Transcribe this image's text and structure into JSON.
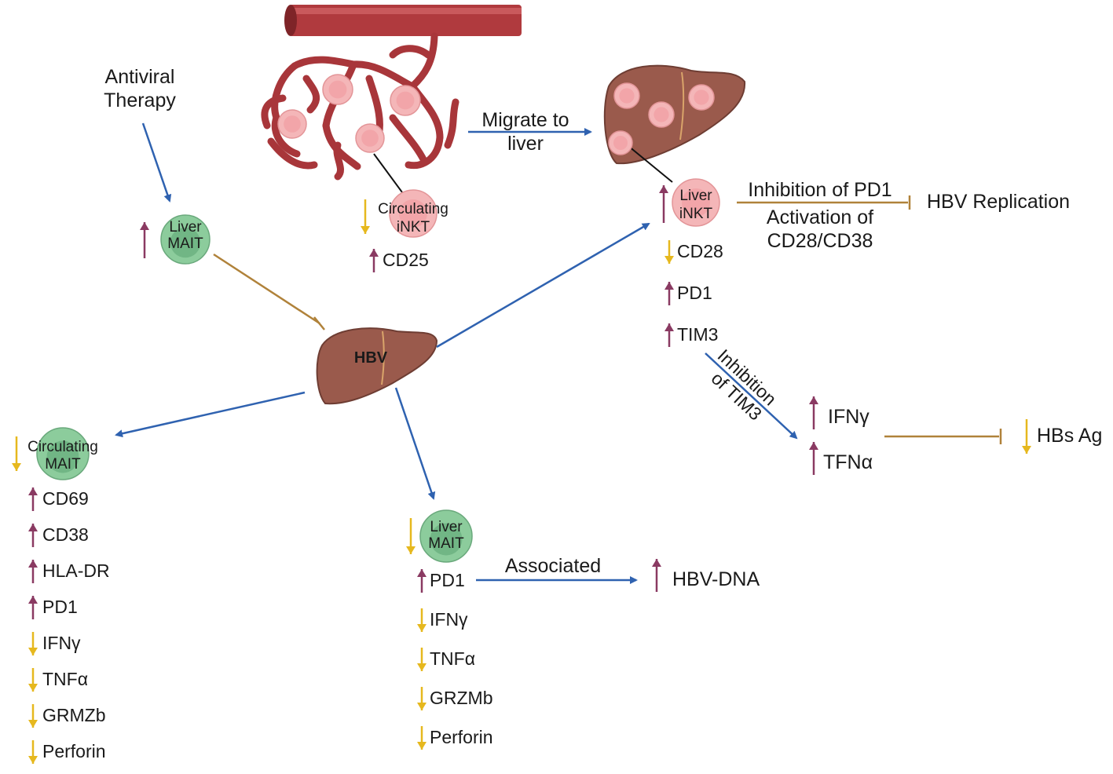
{
  "colors": {
    "up_arrow": "#8a3a62",
    "down_arrow": "#e6b81e",
    "activation_arrow": "#2f62b0",
    "inhibition_line": "#b0823a",
    "liver": "#9a5a4c",
    "vessel": "#b03a3e",
    "mait_cell": "#8ccc9c",
    "inkt_cell": "#f4b6b8"
  },
  "top": {
    "antiviral_line1": "Antiviral",
    "antiviral_line2": "Therapy",
    "migrate_line1": "Migrate to",
    "migrate_line2": "liver"
  },
  "liver_mait_top": {
    "line1": "Liver",
    "line2": "MAIT",
    "trend": "up"
  },
  "circulating_inkt": {
    "line1": "Circulating",
    "line2": "iNKT",
    "trend": "down",
    "markers": [
      {
        "label": "CD25",
        "trend": "up"
      }
    ]
  },
  "liver_inkt": {
    "line1": "Liver",
    "line2": "iNKT",
    "trend": "up",
    "markers": [
      {
        "label": "CD28",
        "trend": "down"
      },
      {
        "label": "PD1",
        "trend": "up"
      },
      {
        "label": "TIM3",
        "trend": "up"
      }
    ]
  },
  "inkt_effect": {
    "line1": "Inhibition of PD1",
    "line2": "Activation of",
    "line3": "CD28/CD38",
    "target": "HBV Replication"
  },
  "tim3_path": {
    "line1": "Inhibition",
    "line2": "of TIM3",
    "cytokines": [
      {
        "label": "IFNγ",
        "trend": "up"
      },
      {
        "label": "TFNα",
        "trend": "up"
      }
    ],
    "target": "HBs Ag",
    "target_trend": "down"
  },
  "hbv_liver": {
    "label": "HBV"
  },
  "circulating_mait": {
    "line1": "Circulating",
    "line2": "MAIT",
    "trend": "down",
    "markers": [
      {
        "label": "CD69",
        "trend": "up"
      },
      {
        "label": "CD38",
        "trend": "up"
      },
      {
        "label": "HLA-DR",
        "trend": "up"
      },
      {
        "label": "PD1",
        "trend": "up"
      },
      {
        "label": "IFNγ",
        "trend": "down"
      },
      {
        "label": "TNFα",
        "trend": "down"
      },
      {
        "label": "GRMZb",
        "trend": "down"
      },
      {
        "label": "Perforin",
        "trend": "down"
      }
    ]
  },
  "liver_mait_bottom": {
    "line1": "Liver",
    "line2": "MAIT",
    "trend": "down",
    "markers": [
      {
        "label": "PD1",
        "trend": "up"
      },
      {
        "label": "IFNγ",
        "trend": "down"
      },
      {
        "label": "TNFα",
        "trend": "down"
      },
      {
        "label": "GRZMb",
        "trend": "down"
      },
      {
        "label": "Perforin",
        "trend": "down"
      }
    ],
    "associated": "Associated",
    "associated_target": "HBV-DNA",
    "associated_trend": "up"
  }
}
